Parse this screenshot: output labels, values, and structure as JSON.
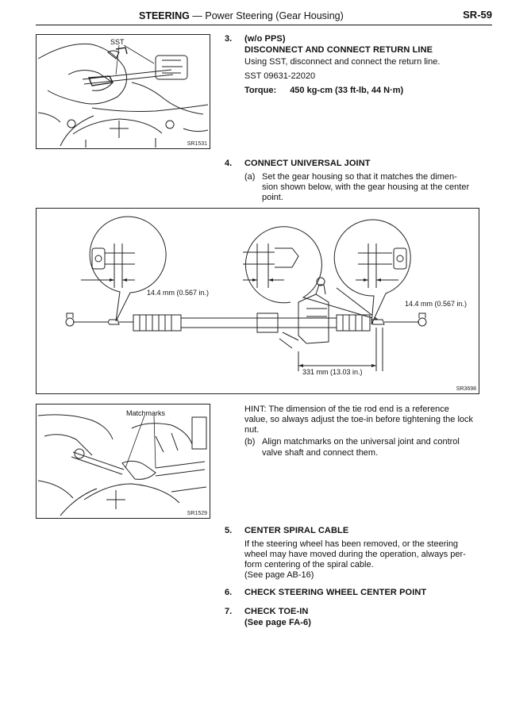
{
  "header": {
    "section": "STEERING",
    "dash": "—",
    "subtitle": "Power Steering (Gear Housing)",
    "page": "SR-59"
  },
  "figures": {
    "fig1": {
      "label": "SST",
      "id": "SR1531"
    },
    "fig2": {
      "dim_left": "14.4 mm (0.567 in.)",
      "dim_right": "14.4 mm (0.567 in.)",
      "dim_center": "331 mm (13.03 in.)",
      "id": "SR3698"
    },
    "fig3": {
      "label": "Matchmarks",
      "id": "SR1529"
    }
  },
  "steps": {
    "s3": {
      "num": "3.",
      "title1": "(w/o PPS)",
      "title2": "DISCONNECT AND CONNECT RETURN LINE",
      "line1": "Using SST, disconnect and connect the return line.",
      "sst": "SST 09631-22020",
      "torque_label": "Torque:",
      "torque_value": "450 kg-cm (33 ft-lb, 44 N·m)"
    },
    "s4": {
      "num": "4.",
      "title": "CONNECT UNIVERSAL JOINT",
      "a_mark": "(a)",
      "a_l1": "Set the gear housing so that it matches the dimen-",
      "a_l2": "sion shown below, with the gear housing at the center",
      "a_l3": "point.",
      "hint_l1": "HINT:  The dimension of the tie rod end is a reference",
      "hint_l2": "value, so always adjust the toe-in before tightening the lock",
      "hint_l3": "nut.",
      "b_mark": "(b)",
      "b_l1": "Align matchmarks on the universal joint and control",
      "b_l2": "valve shaft and connect them."
    },
    "s5": {
      "num": "5.",
      "title": "CENTER SPIRAL CABLE",
      "l1": "If the steering wheel has been removed, or the steering",
      "l2": "wheel may have moved during the operation, always per-",
      "l3": "form centering of the spiral cable.",
      "l4": "(See page AB-16)"
    },
    "s6": {
      "num": "6.",
      "title": "CHECK STEERING WHEEL CENTER POINT"
    },
    "s7": {
      "num": "7.",
      "title": "CHECK TOE-IN",
      "l1": "(See page FA-6)"
    }
  }
}
